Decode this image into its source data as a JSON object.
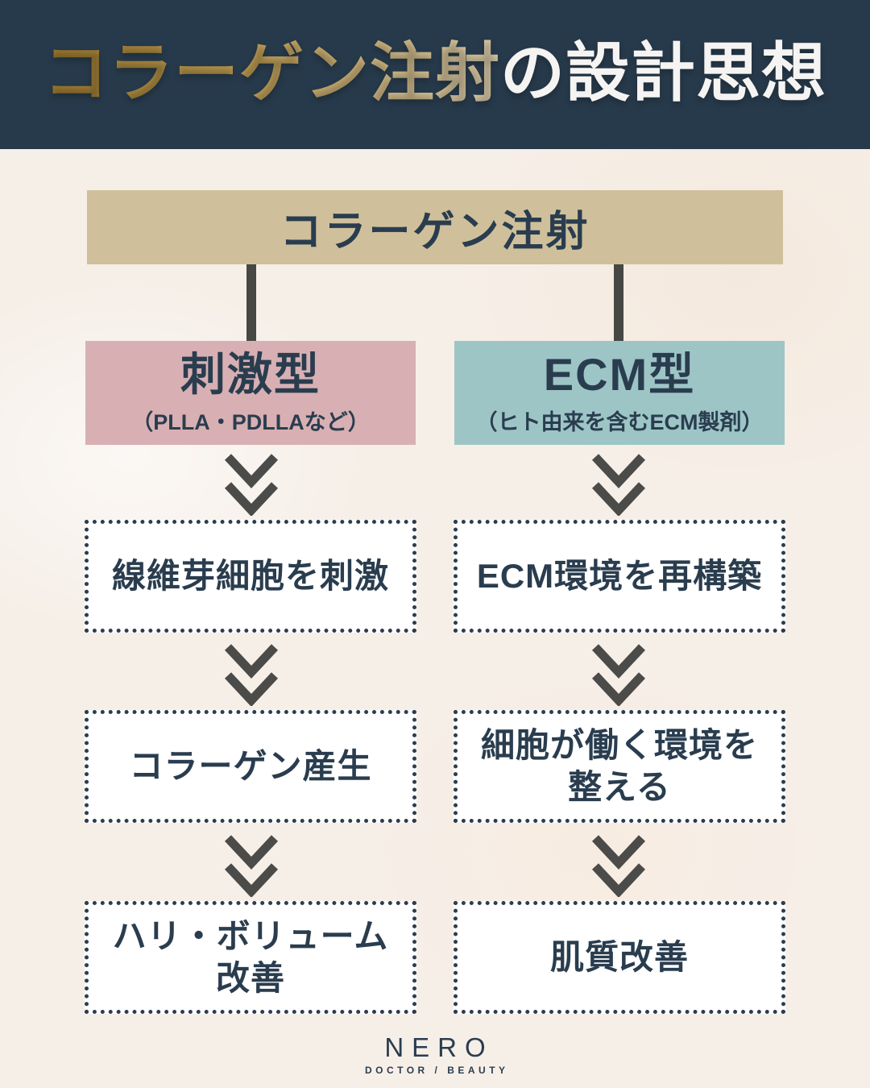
{
  "header": {
    "title_gold": "コラーゲン注射",
    "title_white": "の設計思想"
  },
  "flow": {
    "root": {
      "label": "コラーゲン注射"
    },
    "columns": [
      {
        "id": "stimulation-type",
        "title": "刺激型",
        "subtitle": "（PLLA・PDLLAなど）",
        "steps": [
          "線維芽細胞を刺激",
          "コラーゲン産生",
          "ハリ・ボリューム\n改善"
        ]
      },
      {
        "id": "ecm-type",
        "title": "ECM型",
        "subtitle": "（ヒト由来を含むECM製剤）",
        "steps": [
          "ECM環境を再構築",
          "細胞が働く環境を\n整える",
          "肌質改善"
        ]
      }
    ]
  },
  "footer": {
    "brand": "NERO",
    "tagline": "DOCTOR / BEAUTY"
  },
  "colors": {
    "header_bg": "#273A4B",
    "title_gold_start": "#96732A",
    "title_gold_end": "#D9CBAB",
    "root_box_bg": "#CFC09B",
    "left_header_bg": "#D8B0B3",
    "right_header_bg": "#9DC5C6",
    "step_border_navy": "#2B3D4F",
    "text_navy": "#2A3D4F",
    "chevron_gray": "#4B4B49",
    "background_cream": "#F6EFE8"
  }
}
